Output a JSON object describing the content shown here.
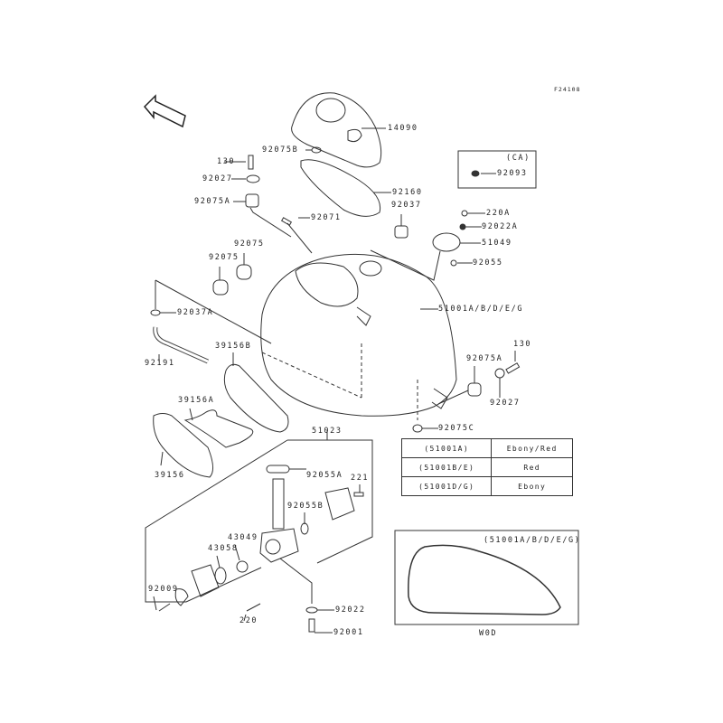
{
  "figure_id": "F24108",
  "front_label": "FRONT",
  "labels": {
    "p14090": "14090",
    "p92075B": "92075B",
    "p130a": "130",
    "p92027a": "92027",
    "p92075Aa": "92075A",
    "p92160": "92160",
    "p92037": "92037",
    "p92071": "92071",
    "ca_title": "(CA)",
    "p92093": "92093",
    "p220A": "220A",
    "p92022A": "92022A",
    "p51049": "51049",
    "p92055": "92055",
    "p92075a": "92075",
    "p92075b": "92075",
    "p92037A": "92037A",
    "p51001": "51001A/B/D/E/G",
    "p92191": "92191",
    "p39156B": "39156B",
    "p92075Ab": "92075A",
    "p130b": "130",
    "p92027b": "92027",
    "p39156A": "39156A",
    "p92075C": "92075C",
    "p39156": "39156",
    "p51023": "51023",
    "p92055A": "92055A",
    "p221": "221",
    "p92055B": "92055B",
    "p43049": "43049",
    "p43058": "43058",
    "p92009": "92009",
    "p220": "220",
    "p92022": "92022",
    "p92001": "92001"
  },
  "color_table": [
    {
      "part": "(51001A)",
      "color": "Ebony/Red"
    },
    {
      "part": "(51001B/E)",
      "color": "Red"
    },
    {
      "part": "(51001D/G)",
      "color": "Ebony"
    }
  ],
  "inset": {
    "title": "(51001A/B/D/E/G)",
    "caption": "W0D"
  }
}
